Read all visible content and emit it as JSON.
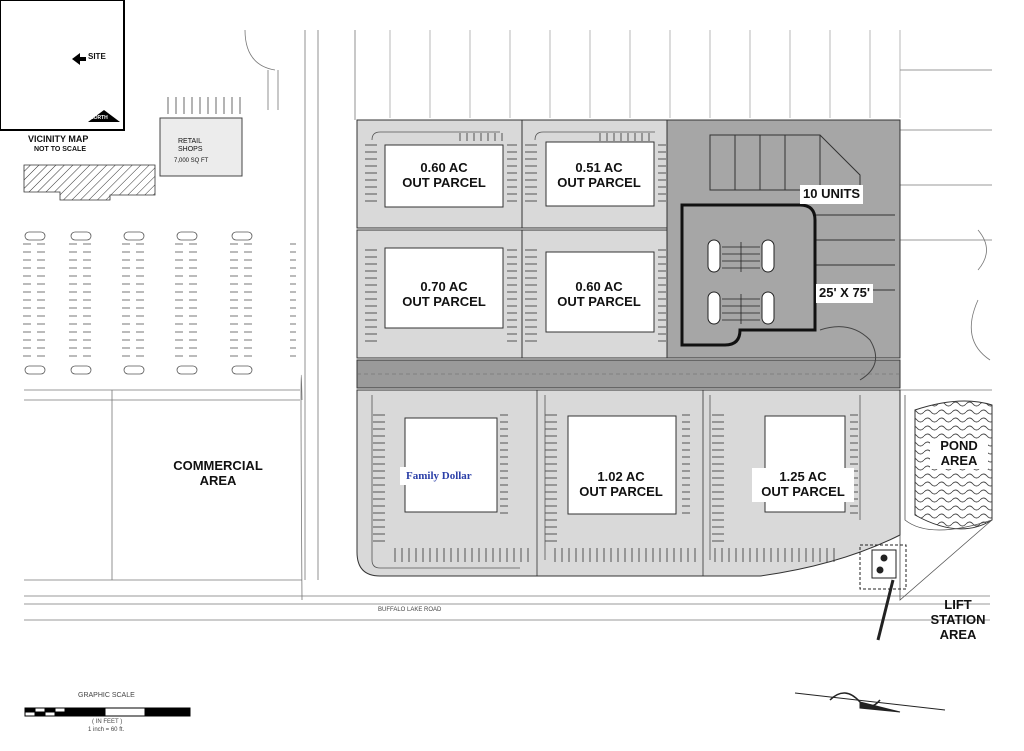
{
  "vicinity_map": {
    "title": "VICINITY MAP",
    "scale_note": "NOT TO SCALE",
    "site_label": "SITE",
    "north_label": "NORTH"
  },
  "retail_shops": {
    "name": "RETAIL\nSHOPS",
    "size": "7,000 SQ FT"
  },
  "parcels": [
    {
      "id": "p1",
      "line1": "0.60 AC",
      "line2": "OUT PARCEL"
    },
    {
      "id": "p2",
      "line1": "0.51 AC",
      "line2": "OUT PARCEL"
    },
    {
      "id": "p3",
      "line1": "0.70 AC",
      "line2": "OUT PARCEL"
    },
    {
      "id": "p4",
      "line1": "0.60 AC",
      "line2": "OUT PARCEL"
    },
    {
      "id": "p5",
      "line1": "1.02 AC",
      "line2": "OUT PARCEL"
    },
    {
      "id": "p6",
      "line1": "1.25 AC",
      "line2": "OUT PARCEL"
    }
  ],
  "family_dollar": "Family Dollar",
  "units": "10 UNITS",
  "unit_size": "25' X 75'",
  "commercial_area": "COMMERCIAL\nAREA",
  "pond_area": "POND\nAREA",
  "lift_station": "LIFT\nSTATION\nAREA",
  "road_name": "BUFFALO LAKE ROAD",
  "graphic_scale": {
    "title": "GRAPHIC SCALE",
    "units": "( IN FEET )",
    "ratio": "1 inch = 60 ft."
  },
  "colors": {
    "light_parcel": "#d9d9d9",
    "dark_parcel": "#a6a6a6",
    "line": "#222222"
  }
}
